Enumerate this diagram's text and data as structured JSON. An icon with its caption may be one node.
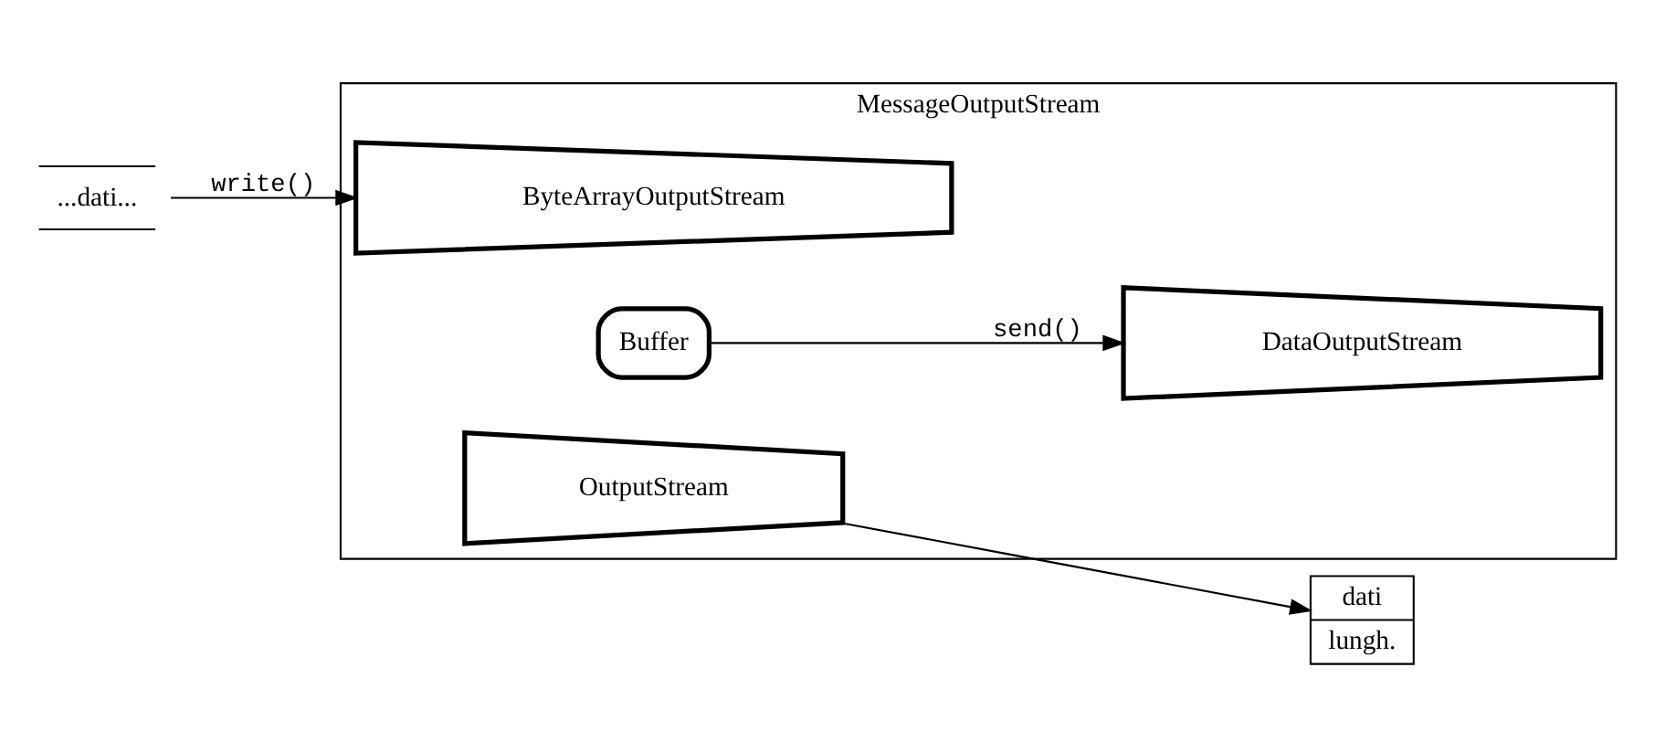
{
  "diagram": {
    "nodes": [
      {
        "text": [
          "MessageOutputStream"
        ]
      },
      {
        "text": [
          "...dati..."
        ]
      },
      {
        "text": [
          "ByteArrayOutputStream"
        ],
        "in": 0
      },
      {
        "text": [
          "Buffer"
        ],
        "in": 0
      },
      {
        "text": [
          "DataOutputStream"
        ],
        "in": 0
      },
      {
        "text": [
          "OutputStream"
        ],
        "in": 0
      },
      {
        "text": [
          "dati",
          "lungh."
        ]
      }
    ],
    "edges": [
      {
        "from": 1,
        "to": 2,
        "arrow": "to",
        "label": "write()"
      },
      {
        "from": 3,
        "to": 4,
        "arrow": "to",
        "label": "send()"
      },
      {
        "from": 5,
        "to": 6,
        "arrow": "to"
      }
    ]
  }
}
